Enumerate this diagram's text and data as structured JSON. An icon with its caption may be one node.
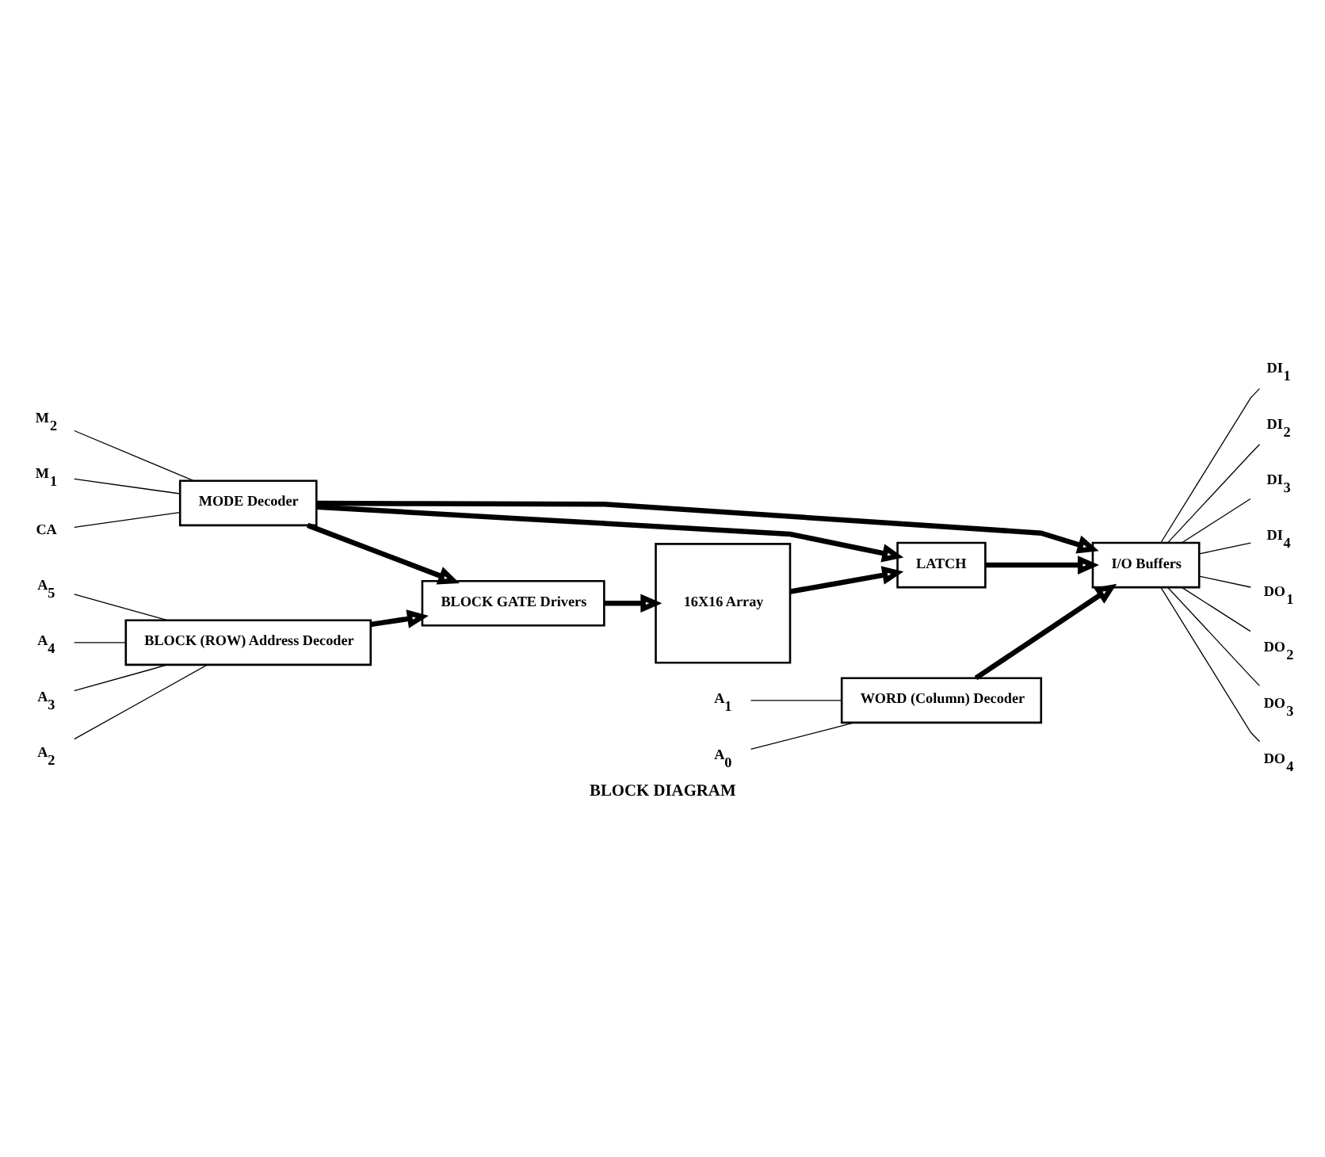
{
  "diagram": {
    "caption": "BLOCK DIAGRAM",
    "nodes": [
      {
        "text": [
          "BLOCK (ROW) Address Decoder"
        ]
      },
      {
        "text": [
          "BLOCK GATE Drivers"
        ]
      },
      {
        "text": [
          "16X16 Array"
        ]
      },
      {
        "text": [
          "MODE Decoder"
        ]
      },
      {
        "text": [
          "LATCH"
        ]
      },
      {
        "text": [
          "WORD (Column) Decoder"
        ]
      },
      {
        "text": [
          "I/O Buffers"
        ]
      },
      {
        "text": [
          "A$_{5}$"
        ]
      },
      {
        "text": [
          "A$_{4}$"
        ]
      },
      {
        "text": [
          "A$_{3}$"
        ]
      },
      {
        "text": [
          "A$_{2}$"
        ]
      },
      {
        "text": [
          "M$_{2}$"
        ]
      },
      {
        "text": [
          "M$_{1}$"
        ]
      },
      {
        "text": [
          "CA"
        ]
      },
      {
        "text": [
          "A$_{1}$"
        ]
      },
      {
        "text": [
          "A$_{0}$"
        ]
      },
      {
        "text": [
          "DI$_{1}$"
        ]
      },
      {
        "text": [
          "DI$_{2}$"
        ]
      },
      {
        "text": [
          "DI$_{3}$"
        ]
      },
      {
        "text": [
          "DI$_{4}$"
        ]
      },
      {
        "text": [
          "DO$_{1}$"
        ]
      },
      {
        "text": [
          "DO$_{2}$"
        ]
      },
      {
        "text": [
          "DO$_{3}$"
        ]
      },
      {
        "text": [
          "DO$_{4}$"
        ]
      }
    ],
    "edges": [
      {
        "from": 7,
        "to": 0,
        "arrow": "none"
      },
      {
        "from": 8,
        "to": 0,
        "arrow": "none"
      },
      {
        "from": 9,
        "to": 0,
        "arrow": "none"
      },
      {
        "from": 10,
        "to": 0,
        "arrow": "none"
      },
      {
        "from": 0,
        "to": 1,
        "arrow": "to",
        "style": "thick"
      },
      {
        "from": 1,
        "to": 2,
        "arrow": "to",
        "style": "thick"
      },
      {
        "from": 2,
        "to": 4,
        "arrow": "to",
        "style": "thick"
      },
      {
        "from": 11,
        "to": 3,
        "arrow": "none"
      },
      {
        "from": 12,
        "to": 3,
        "arrow": "none"
      },
      {
        "from": 13,
        "to": 3,
        "arrow": "none"
      },
      {
        "from": 3,
        "to": 1,
        "arrow": "to",
        "style": "thick"
      },
      {
        "from": 3,
        "to": 4,
        "arrow": "to",
        "style": "thick"
      },
      {
        "from": 3,
        "to": 6,
        "arrow": "to",
        "style": "thick"
      },
      {
        "from": 4,
        "to": 6,
        "arrow": "to",
        "style": "thick"
      },
      {
        "from": 14,
        "to": 5,
        "arrow": "none"
      },
      {
        "from": 15,
        "to": 5,
        "arrow": "none"
      },
      {
        "from": 5,
        "to": 6,
        "arrow": "to",
        "style": "thick"
      },
      {
        "from": 6,
        "to": 16,
        "arrow": "none"
      },
      {
        "from": 6,
        "to": 17,
        "arrow": "none"
      },
      {
        "from": 6,
        "to": 18,
        "arrow": "none"
      },
      {
        "from": 6,
        "to": 19,
        "arrow": "none"
      },
      {
        "from": 6,
        "to": 20,
        "arrow": "none"
      },
      {
        "from": 6,
        "to": 21,
        "arrow": "none"
      },
      {
        "from": 6,
        "to": 22,
        "arrow": "none"
      },
      {
        "from": 6,
        "to": 23,
        "arrow": "none"
      }
    ]
  }
}
